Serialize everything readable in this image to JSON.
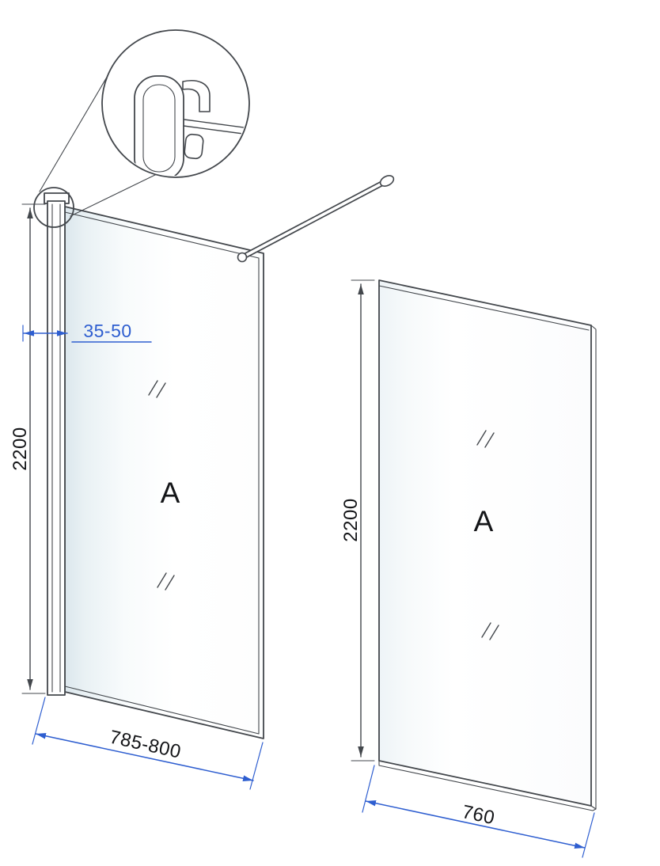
{
  "diagram": {
    "front_view": {
      "panel_letter": "A",
      "height_dim": "2200",
      "width_dim": "785-800",
      "profile_adjust_dim": "35-50"
    },
    "glass_view": {
      "panel_letter": "A",
      "height_dim": "2200",
      "width_dim": "760"
    },
    "colors": {
      "line": "#43474c",
      "dimension_blue": "#2e5ed0",
      "text": "#141518"
    }
  }
}
